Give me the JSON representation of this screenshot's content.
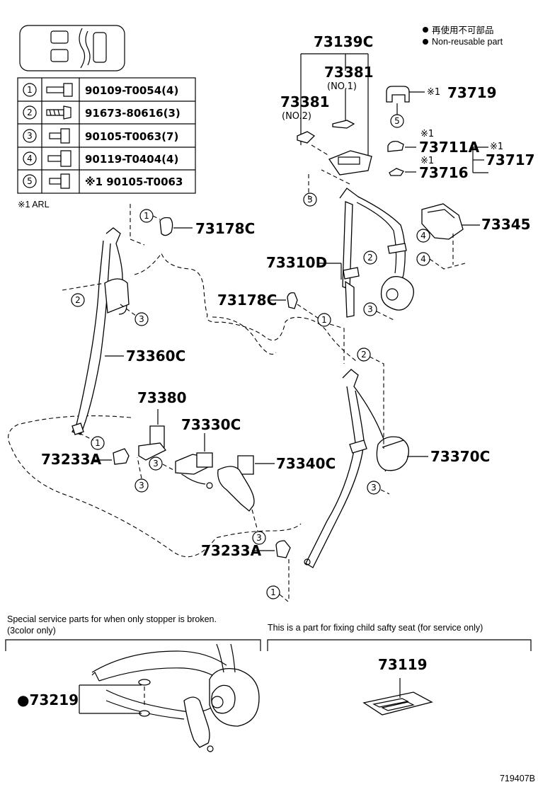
{
  "legend": {
    "non_reusable_jp": "再使用不可部品",
    "non_reusable_en": "Non-reusable part"
  },
  "fastener_table": {
    "rows": [
      {
        "ref": "1",
        "part": "90109-T0054(4)"
      },
      {
        "ref": "2",
        "part": "91673-80616(3)"
      },
      {
        "ref": "3",
        "part": "90105-T0063(7)"
      },
      {
        "ref": "4",
        "part": "90119-T0404(4)"
      },
      {
        "ref": "5",
        "part": "※1 90105-T0063"
      }
    ],
    "footnote": "※1 ARL"
  },
  "parts": {
    "p73139C": "73139C",
    "p73381_no1": "73381",
    "p73381_no1_sub": "(NO.1)",
    "p73381_no2": "73381",
    "p73381_no2_sub": "(NO.2)",
    "p73719": "73719",
    "p73711A": "73711A",
    "p73716": "73716",
    "p73717": "73717",
    "p73345": "73345",
    "p73310D": "73310D",
    "p73178C_top": "73178C",
    "p73178C_mid": "73178C",
    "p73360C": "73360C",
    "p73380": "73380",
    "p73330C": "73330C",
    "p73340C": "73340C",
    "p73233A_left": "73233A",
    "p73233A_bottom": "73233A",
    "p73370C": "73370C",
    "p73219": "●73219",
    "p73119": "73119",
    "mark_x1": "※1"
  },
  "callouts": [
    "1",
    "2",
    "3",
    "4",
    "5"
  ],
  "sections": {
    "left_title_1": "Special service parts for when only stopper is broken.",
    "left_title_2": "(3color only)",
    "right_title": "This is a part for fixing child safty seat (for service only)"
  },
  "figure_id": "719407B"
}
